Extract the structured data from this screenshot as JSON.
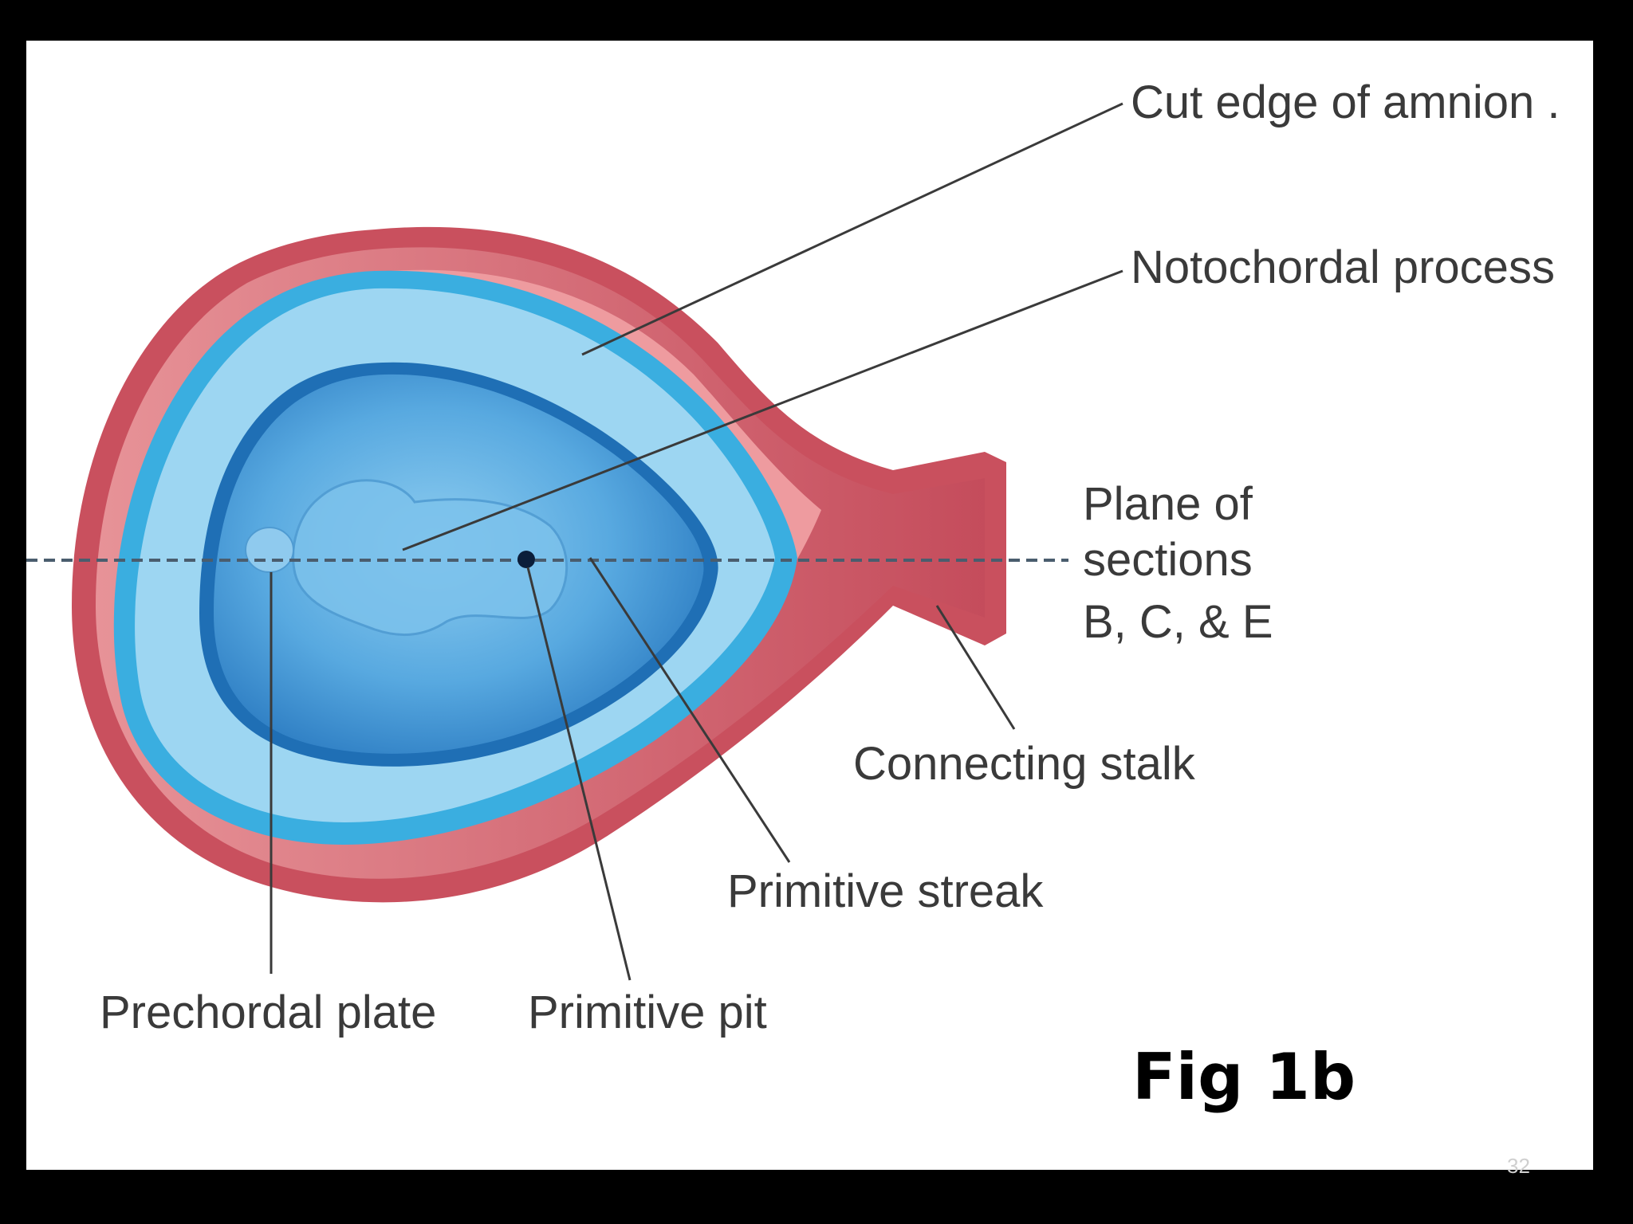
{
  "labels": {
    "cut_edge_of_amnion": "Cut edge of amnion .",
    "notochordal_process": "Notochordal process",
    "plane_line1": "Plane of",
    "plane_line2": "sections",
    "plane_line3": "B, C, & E",
    "connecting_stalk": "Connecting stalk",
    "primitive_streak": "Primitive streak",
    "prechordal_plate": "Prechordal plate",
    "primitive_pit": "Primitive pit"
  },
  "caption": "Fig 1b",
  "slide_number": "32",
  "colors": {
    "background": "#000000",
    "panel": "#ffffff",
    "amnion_outer": "#c9505e",
    "amnion_inner": "#ee9b9f",
    "yolk_ring": "#3aaee0",
    "yolk_fill": "#9dd6f2",
    "embryonic_disc": "#1f6fb5",
    "disc_fill": "#5aaee2",
    "label_text": "#3a3a3a"
  }
}
